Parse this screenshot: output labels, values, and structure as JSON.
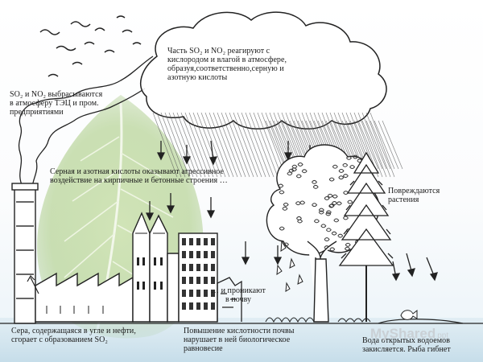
{
  "labels": {
    "emission": [
      "SO₂ и NO₂ выбрасываются",
      "в атмосферу ТЭЦ и пром.",
      "предприятиями"
    ],
    "reaction": [
      "Часть SO₂ и NO₂ реагируют с",
      "кислородом и влагой в атмосфере,",
      "образуя,соответственно,серную и",
      "азотную кислоты"
    ],
    "buildings": [
      "Серная и азотная кислоты оказывают агрессивное",
      "воздействие на кирпичные и бетонные строения …"
    ],
    "plants": [
      "Повреждаются",
      "растения"
    ],
    "soil": [
      "… и проникают",
      "в почву"
    ],
    "sulfur": [
      "Сера, содержащаяся в угле и нефти,",
      "сгорает с образованием SO₂"
    ],
    "acidity": [
      "Повышение кислотности почвы",
      "нарушает в ней биологическое",
      "равновесие"
    ],
    "water": [
      "Вода открытых водоемов",
      "закисляется. Рыба гибнет"
    ]
  },
  "watermark": {
    "brand": "MyShared",
    "suffix": "ppt"
  }
}
